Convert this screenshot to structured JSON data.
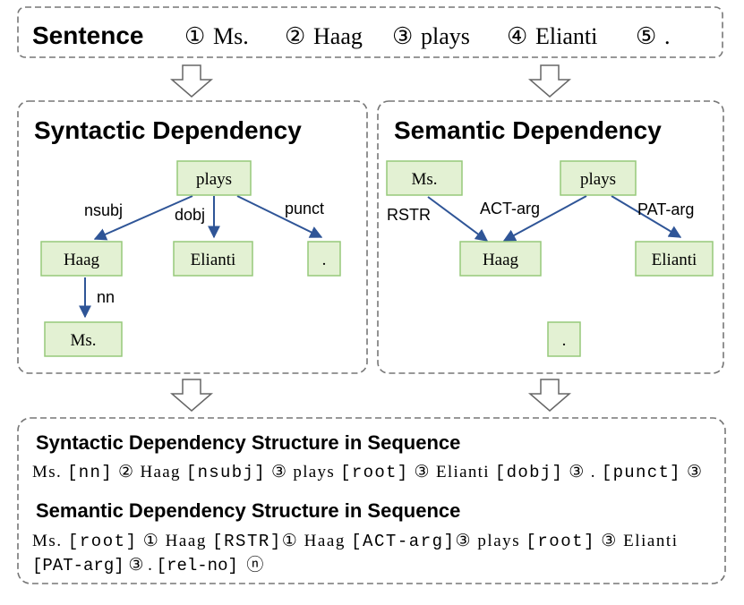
{
  "colors": {
    "node_fill": "#e3f1d3",
    "node_border": "#96c97a",
    "edge": "#2f5597",
    "panel_border": "#777777"
  },
  "sentence": {
    "label": "Sentence",
    "tokens": [
      {
        "index": "①",
        "word": "Ms."
      },
      {
        "index": "②",
        "word": "Haag"
      },
      {
        "index": "③",
        "word": "plays"
      },
      {
        "index": "④",
        "word": "Elianti"
      },
      {
        "index": "⑤",
        "word": "."
      }
    ]
  },
  "syntactic": {
    "title": "Syntactic Dependency",
    "nodes": {
      "plays": "plays",
      "haag": "Haag",
      "elianti": "Elianti",
      "period": ".",
      "ms": "Ms."
    },
    "edges": {
      "nsubj": "nsubj",
      "dobj": "dobj",
      "punct": "punct",
      "nn": "nn"
    }
  },
  "semantic": {
    "title": "Semantic Dependency",
    "nodes": {
      "ms": "Ms.",
      "plays": "plays",
      "haag": "Haag",
      "elianti": "Elianti",
      "period": "."
    },
    "edges": {
      "rstr": "RSTR",
      "act": "ACT-arg",
      "pat": "PAT-arg"
    }
  },
  "sequence": {
    "syntactic_heading": "Syntactic Dependency Structure in Sequence",
    "syntactic_line": [
      {
        "w": "Ms. "
      },
      {
        "t": "[nn]"
      },
      {
        "n": " ② "
      },
      {
        "w": "Haag "
      },
      {
        "t": "[nsubj]"
      },
      {
        "n": " ③ "
      },
      {
        "w": "plays "
      },
      {
        "t": "[root]"
      },
      {
        "n": " ③ "
      },
      {
        "w": "Elianti "
      },
      {
        "t": "[dobj]"
      },
      {
        "n": " ③ "
      },
      {
        "w": ". "
      },
      {
        "t": "[punct]"
      },
      {
        "n": " ③"
      }
    ],
    "semantic_heading": "Semantic Dependency Structure in Sequence",
    "semantic_line1": [
      {
        "w": "Ms. "
      },
      {
        "t": "[root]"
      },
      {
        "n": " ① "
      },
      {
        "w": "Haag "
      },
      {
        "t": "[RSTR]"
      },
      {
        "n": "① "
      },
      {
        "w": "Haag "
      },
      {
        "t": "[ACT-arg]"
      },
      {
        "n": "③ "
      },
      {
        "w": "plays "
      },
      {
        "t": "[root]"
      },
      {
        "n": " ③ "
      },
      {
        "w": "Elianti"
      }
    ],
    "semantic_line2": [
      {
        "t": "[PAT-arg]"
      },
      {
        "n": " ③ "
      },
      {
        "w": ". "
      },
      {
        "t": "[rel-no]"
      },
      {
        "n": "  ⓝ"
      }
    ]
  }
}
